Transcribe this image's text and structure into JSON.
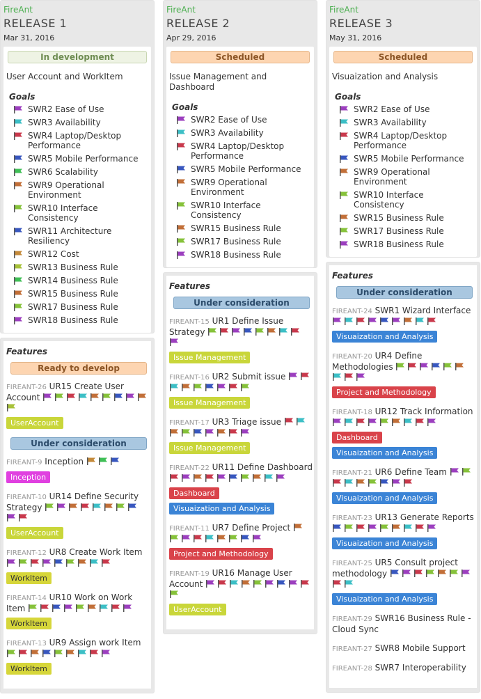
{
  "colors": {
    "purple": "#9c3fbf",
    "teal": "#3cbfc6",
    "red": "#c9394c",
    "blue": "#3857bf",
    "green": "#3fbf56",
    "orange": "#c26f38",
    "lime": "#86c23a",
    "gold": "#c48a3a",
    "olive": "#a8c23a"
  },
  "releases": [
    {
      "project": "FireAnt",
      "name": "RELEASE 1",
      "date": "Mar 31, 2016",
      "status": "In development",
      "description": "User Account and WorkItem",
      "goals_title": "Goals",
      "goals": [
        {
          "label": "SWR2 Ease of Use",
          "color": "purple"
        },
        {
          "label": "SWR3 Availability",
          "color": "teal"
        },
        {
          "label": "SWR4 Laptop/Desktop Performance",
          "color": "red"
        },
        {
          "label": "SWR5 Mobile Performance",
          "color": "blue"
        },
        {
          "label": "SWR6 Scalability",
          "color": "green"
        },
        {
          "label": "SWR9 Operational Environment",
          "color": "orange"
        },
        {
          "label": "SWR10 Interface Consistency",
          "color": "lime"
        },
        {
          "label": "SWR11 Architecture Resiliency",
          "color": "blue"
        },
        {
          "label": "SWR12 Cost",
          "color": "gold"
        },
        {
          "label": "SWR13 Business Rule",
          "color": "olive"
        },
        {
          "label": "SWR14 Business Rule",
          "color": "green"
        },
        {
          "label": "SWR15 Business Rule",
          "color": "orange"
        },
        {
          "label": "SWR17 Business Rule",
          "color": "lime"
        },
        {
          "label": "SWR18 Business Rule",
          "color": "purple"
        }
      ],
      "features_title": "Features",
      "groups": [
        {
          "title": "Ready to develop",
          "kind": "ready",
          "features": [
            {
              "id": "FIREANT-26",
              "name": "UR15 Create User Account",
              "flags": [
                "purple",
                "lime",
                "red",
                "teal",
                "orange",
                "lime",
                "blue",
                "purple",
                "orange",
                "olive"
              ],
              "tags": [
                {
                  "label": "UserAccount",
                  "kind": "user"
                }
              ]
            }
          ]
        },
        {
          "title": "Under consideration",
          "kind": "consider",
          "features": [
            {
              "id": "FIREANT-9",
              "name": "Inception",
              "flags": [
                "gold",
                "green",
                "blue"
              ],
              "tags": [
                {
                  "label": "Inception",
                  "kind": "inc"
                }
              ]
            },
            {
              "id": "FIREANT-10",
              "name": "UR14 Define Security Strategy",
              "flags": [
                "lime",
                "purple",
                "orange",
                "red",
                "teal",
                "orange",
                "lime",
                "blue",
                "purple",
                "red"
              ],
              "tags": [
                {
                  "label": "UserAccount",
                  "kind": "user"
                }
              ]
            },
            {
              "id": "FIREANT-12",
              "name": "UR8 Create Work Item",
              "flags": [
                "purple",
                "lime",
                "red",
                "purple",
                "blue",
                "lime",
                "orange",
                "teal",
                "red"
              ],
              "tags": [
                {
                  "label": "WorkItem",
                  "kind": "work"
                }
              ]
            },
            {
              "id": "FIREANT-14",
              "name": "UR10 Work on Work Item",
              "flags": [
                "lime",
                "red",
                "blue",
                "purple",
                "lime",
                "orange",
                "teal",
                "red",
                "purple"
              ],
              "tags": [
                {
                  "label": "WorkItem",
                  "kind": "work"
                }
              ]
            },
            {
              "id": "FIREANT-13",
              "name": "UR9 Assign work Item",
              "flags": [
                "lime",
                "red",
                "orange",
                "blue",
                "lime",
                "orange",
                "teal",
                "red",
                "purple"
              ],
              "tags": [
                {
                  "label": "WorkItem",
                  "kind": "work"
                }
              ]
            }
          ]
        }
      ]
    },
    {
      "project": "FireAnt",
      "name": "RELEASE 2",
      "date": "Apr 29, 2016",
      "status": "Scheduled",
      "description": "Issue Management and Dashboard",
      "goals_title": "Goals",
      "goals": [
        {
          "label": "SWR2 Ease of Use",
          "color": "purple"
        },
        {
          "label": "SWR3 Availability",
          "color": "teal"
        },
        {
          "label": "SWR4 Laptop/Desktop Performance",
          "color": "red"
        },
        {
          "label": "SWR5 Mobile Performance",
          "color": "blue"
        },
        {
          "label": "SWR9 Operational Environment",
          "color": "orange"
        },
        {
          "label": "SWR10 Interface Consistency",
          "color": "lime"
        },
        {
          "label": "SWR15 Business Rule",
          "color": "orange"
        },
        {
          "label": "SWR17 Business Rule",
          "color": "lime"
        },
        {
          "label": "SWR18 Business Rule",
          "color": "purple"
        }
      ],
      "features_title": "Features",
      "groups": [
        {
          "title": "Under consideration",
          "kind": "consider",
          "features": [
            {
              "id": "FIREANT-15",
              "name": "UR1 Define Issue Strategy",
              "flags": [
                "lime",
                "red",
                "purple",
                "blue",
                "lime",
                "orange",
                "teal",
                "red",
                "purple"
              ],
              "tags": [
                {
                  "label": "Issue Management",
                  "kind": "issue"
                }
              ]
            },
            {
              "id": "FIREANT-16",
              "name": "UR2 Submit issue",
              "flags": [
                "purple",
                "red",
                "teal",
                "orange",
                "lime",
                "blue",
                "purple",
                "red",
                "lime"
              ],
              "tags": [
                {
                  "label": "Issue Management",
                  "kind": "issue"
                }
              ]
            },
            {
              "id": "FIREANT-17",
              "name": "UR3 Triage issue",
              "flags": [
                "red",
                "teal",
                "orange",
                "lime",
                "blue",
                "purple",
                "orange",
                "red",
                "purple"
              ],
              "tags": [
                {
                  "label": "Issue Management",
                  "kind": "issue"
                }
              ]
            },
            {
              "id": "FIREANT-22",
              "name": "UR11 Define Dashboard",
              "flags": [
                "red",
                "purple",
                "orange",
                "red",
                "purple",
                "blue",
                "lime",
                "orange",
                "teal",
                "purple"
              ],
              "tags": [
                {
                  "label": "Dashboard",
                  "kind": "dash"
                },
                {
                  "label": "Visuaization and Analysis",
                  "kind": "vis"
                }
              ]
            },
            {
              "id": "FIREANT-11",
              "name": "UR7 Define Project",
              "flags": [
                "orange",
                "lime",
                "purple",
                "red",
                "teal",
                "orange",
                "lime",
                "blue",
                "purple"
              ],
              "tags": [
                {
                  "label": "Project and Methodology",
                  "kind": "proj"
                }
              ]
            },
            {
              "id": "FIREANT-19",
              "name": "UR16 Manage User Account",
              "flags": [
                "purple",
                "red",
                "teal",
                "orange",
                "lime",
                "purple",
                "blue",
                "purple",
                "red",
                "lime"
              ],
              "tags": [
                {
                  "label": "UserAccount",
                  "kind": "user"
                }
              ]
            }
          ]
        }
      ]
    },
    {
      "project": "FireAnt",
      "name": "RELEASE 3",
      "date": "May 31, 2016",
      "status": "Scheduled",
      "description": "Visuaization and Analysis",
      "goals_title": "Goals",
      "goals": [
        {
          "label": "SWR2 Ease of Use",
          "color": "purple"
        },
        {
          "label": "SWR3 Availability",
          "color": "teal"
        },
        {
          "label": "SWR4 Laptop/Desktop Performance",
          "color": "red"
        },
        {
          "label": "SWR5 Mobile Performance",
          "color": "blue"
        },
        {
          "label": "SWR9 Operational Environment",
          "color": "orange"
        },
        {
          "label": "SWR10 Interface Consistency",
          "color": "lime"
        },
        {
          "label": "SWR15 Business Rule",
          "color": "orange"
        },
        {
          "label": "SWR17 Business Rule",
          "color": "lime"
        },
        {
          "label": "SWR18 Business Rule",
          "color": "purple"
        }
      ],
      "features_title": "Features",
      "groups": [
        {
          "title": "Under consideration",
          "kind": "consider",
          "features": [
            {
              "id": "FIREANT-24",
              "name": "SWR1 Wizard Interface",
              "flags": [
                "purple",
                "teal",
                "red",
                "purple",
                "blue",
                "purple",
                "orange",
                "teal",
                "red"
              ],
              "tags": [
                {
                  "label": "Visuaization and Analysis",
                  "kind": "vis"
                }
              ]
            },
            {
              "id": "FIREANT-20",
              "name": "UR4 Define Methodologies",
              "flags": [
                "lime",
                "red",
                "purple",
                "blue",
                "lime",
                "orange",
                "teal",
                "red",
                "purple"
              ],
              "tags": [
                {
                  "label": "Project and Methodology",
                  "kind": "proj"
                }
              ]
            },
            {
              "id": "FIREANT-18",
              "name": "UR12 Track Information",
              "flags": [
                "purple",
                "teal",
                "red",
                "purple",
                "lime",
                "orange",
                "teal",
                "red",
                "purple"
              ],
              "tags": [
                {
                  "label": "Dashboard",
                  "kind": "dash"
                },
                {
                  "label": "Visuaization and Analysis",
                  "kind": "vis"
                }
              ]
            },
            {
              "id": "FIREANT-21",
              "name": "UR6 Define Team",
              "flags": [
                "purple",
                "lime",
                "red",
                "teal",
                "orange",
                "lime",
                "blue",
                "purple",
                "red"
              ],
              "tags": [
                {
                  "label": "Visuaization and Analysis",
                  "kind": "vis"
                }
              ]
            },
            {
              "id": "FIREANT-23",
              "name": "UR13 Generate Reports",
              "flags": [
                "blue",
                "lime",
                "red",
                "purple",
                "lime",
                "orange",
                "teal",
                "red",
                "purple"
              ],
              "tags": [
                {
                  "label": "Visuaization and Analysis",
                  "kind": "vis"
                }
              ]
            },
            {
              "id": "FIREANT-25",
              "name": "UR5 Consult project methodology",
              "flags": [
                "blue",
                "purple",
                "red",
                "lime",
                "orange",
                "lime",
                "purple",
                "red",
                "teal"
              ],
              "tags": [
                {
                  "label": "Visuaization and Analysis",
                  "kind": "vis"
                }
              ]
            },
            {
              "id": "FIREANT-29",
              "name": "SWR16 Business Rule - Cloud Sync",
              "flags": [],
              "tags": []
            },
            {
              "id": "FIREANT-27",
              "name": "SWR8 Mobile Support",
              "flags": [],
              "tags": []
            },
            {
              "id": "FIREANT-28",
              "name": "SWR7 Interoperability",
              "flags": [],
              "tags": []
            }
          ]
        }
      ]
    }
  ]
}
